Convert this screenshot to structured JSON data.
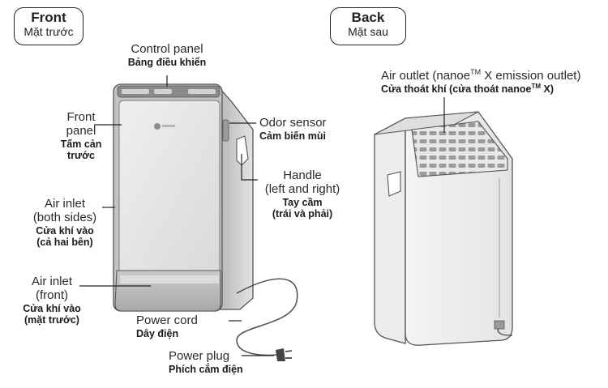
{
  "front": {
    "title": "Front",
    "title_vi": "Mặt trước",
    "labels": {
      "control_panel": {
        "en": "Control panel",
        "vi": "Bảng điều khiển"
      },
      "front_panel": {
        "en_line1": "Front",
        "en_line2": "panel",
        "vi_line1": "Tấm cản",
        "vi_line2": "trước"
      },
      "odor_sensor": {
        "en": "Odor sensor",
        "vi": "Cảm biến mùi"
      },
      "handle": {
        "en_line1": "Handle",
        "en_line2": "(left and right)",
        "vi_line1": "Tay cầm",
        "vi_line2": "(trái và phải)"
      },
      "air_inlet_sides": {
        "en_line1": "Air inlet",
        "en_line2": "(both sides)",
        "vi_line1": "Cửa khí vào",
        "vi_line2": "(cả hai bên)"
      },
      "air_inlet_front": {
        "en_line1": "Air inlet",
        "en_line2": "(front)",
        "vi_line1": "Cửa khí vào",
        "vi_line2": "(mặt trước)"
      },
      "power_cord": {
        "en": "Power cord",
        "vi": "Dây điện"
      },
      "power_plug": {
        "en": "Power plug",
        "vi": "Phích cắm điện"
      }
    }
  },
  "back": {
    "title": "Back",
    "title_vi": "Mặt sau",
    "labels": {
      "air_outlet": {
        "en_pre": "Air outlet (nanoe",
        "en_tm": "TM",
        "en_post": " X emission outlet)",
        "vi_pre": "Cửa thoát khí (cửa thoát nanoe",
        "vi_tm": "TM",
        "vi_post": " X)"
      }
    }
  }
}
